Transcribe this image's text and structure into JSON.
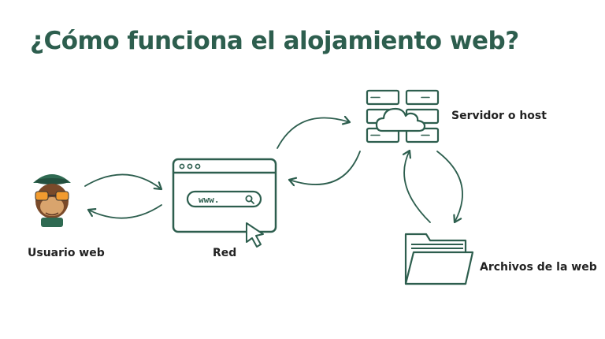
{
  "title": "¿Cómo funciona el alojamiento web?",
  "nodes": {
    "user": {
      "label": "Usuario web",
      "icon": "monkey-mascot-icon"
    },
    "network": {
      "label": "Red",
      "url_text": "www.",
      "icon": "browser-window-icon"
    },
    "server": {
      "label": "Servidor o host",
      "icon": "cloud-server-icon"
    },
    "files": {
      "label": "Archivos de la web",
      "icon": "folder-icon"
    }
  },
  "colors": {
    "title": "#2d5e4e",
    "stroke": "#2d5e4e",
    "label": "#222222"
  }
}
